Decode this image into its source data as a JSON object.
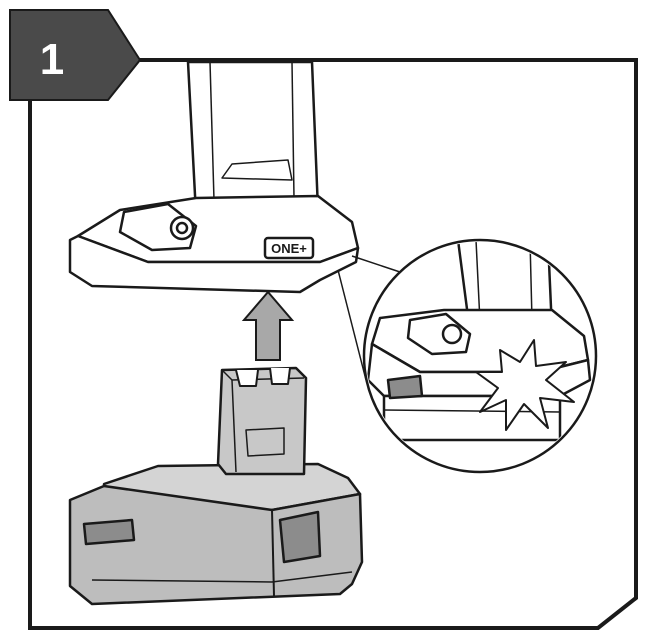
{
  "step": {
    "number": "1"
  },
  "tool": {
    "model_badge": "ONE+"
  },
  "colors": {
    "badge_fill": "#4a4a4a",
    "step_text": "#ffffff",
    "outline": "#1a1a1a",
    "battery_fill": "#bdbdbd",
    "arrow_fill": "#a8a8a8"
  },
  "icons": [
    "step-badge",
    "up-arrow-icon",
    "click-burst-icon",
    "magnifier-circle"
  ]
}
